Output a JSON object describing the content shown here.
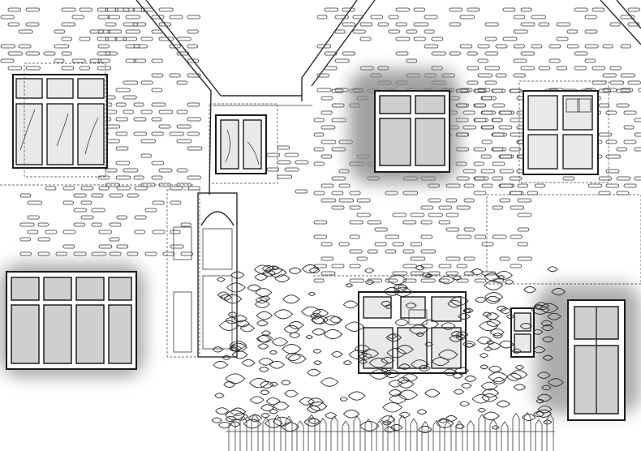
{
  "scene": {
    "kind": "architectural-line-sketch",
    "ink_color": "#1f1f1f",
    "paper_color": "#ffffff",
    "shadow_color": "#8a8a8a",
    "window_count": 7,
    "door_count": 2
  }
}
